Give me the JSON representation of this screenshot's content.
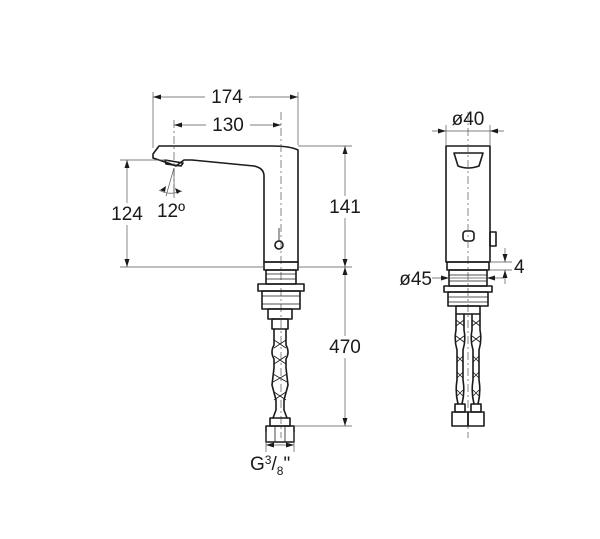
{
  "dimensions": {
    "overall_length": "174",
    "spout_reach": "130",
    "spout_height": "124",
    "spout_angle": "12º",
    "body_height": "141",
    "hose_length": "470",
    "body_diameter": "ø40",
    "thread_diameter": "ø45",
    "offset": "4"
  },
  "thread": {
    "prefix": "G",
    "numerator": "3",
    "slash": "/",
    "denominator": "8",
    "suffix": "\""
  }
}
